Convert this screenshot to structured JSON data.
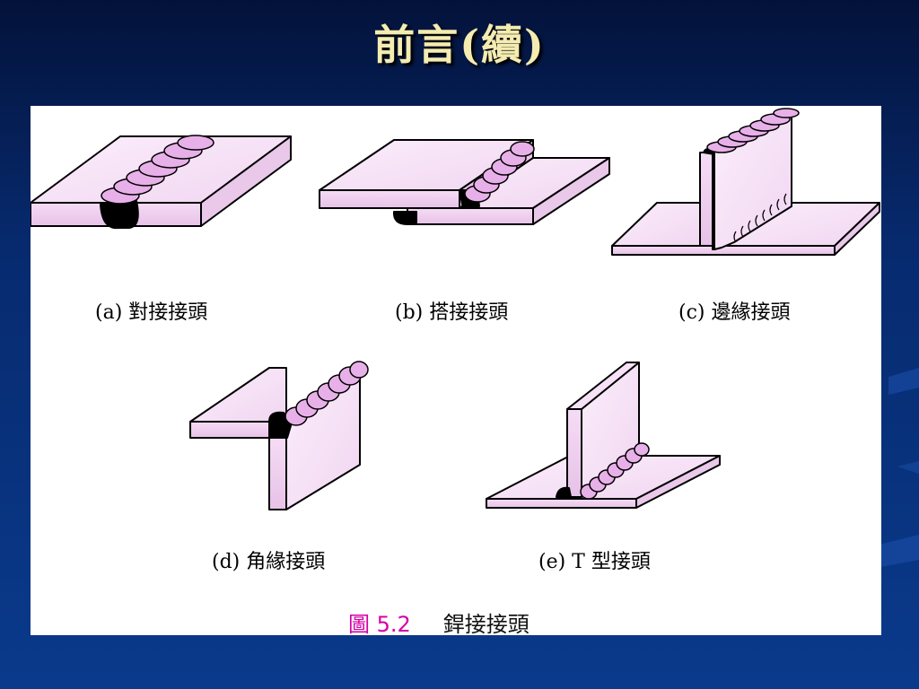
{
  "slide": {
    "title": "前言(續)"
  },
  "figure": {
    "captions": [
      {
        "label": "(a) 對接接頭"
      },
      {
        "label": "(b) 搭接接頭"
      },
      {
        "label": "(c) 邊緣接頭"
      },
      {
        "label": "(d) 角緣接頭"
      },
      {
        "label": "(e) T 型接頭"
      }
    ],
    "figure_number": "圖 5.2",
    "figure_title": "銲接接頭"
  },
  "colors": {
    "background": "#0a3a8c",
    "title_text": "#f4ecb0",
    "plate_fill": "#f6e1f6",
    "plate_side": "#efcdef",
    "weld_bead": "#e8b0e8",
    "weld_root": "#000000",
    "figure_number": "#d400a6"
  }
}
